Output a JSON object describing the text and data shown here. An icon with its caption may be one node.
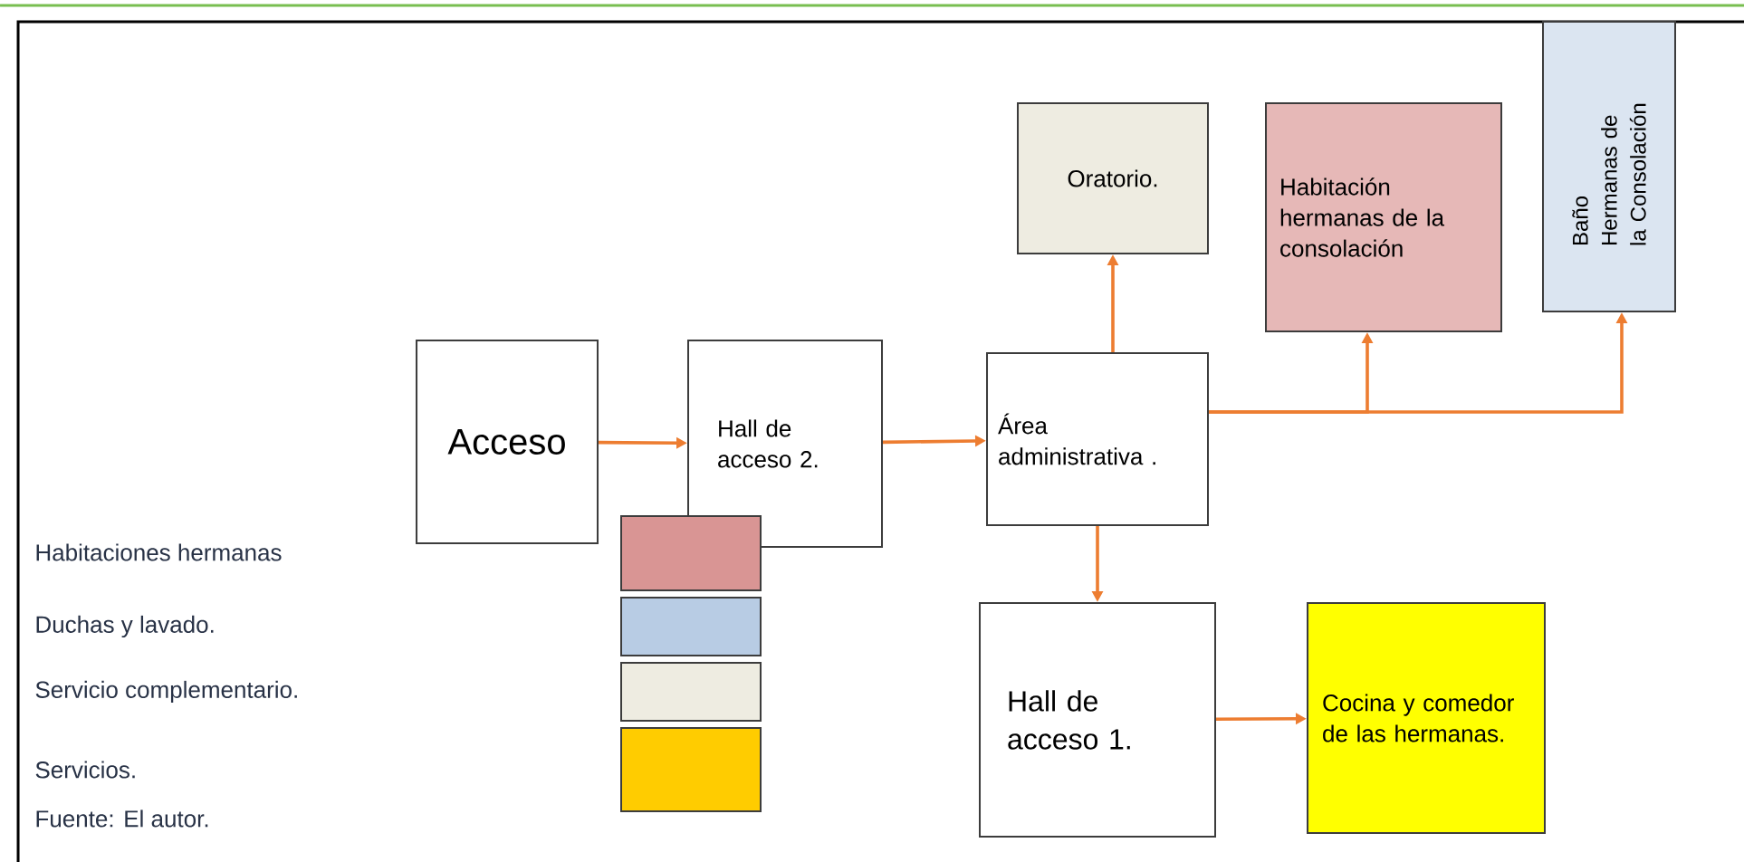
{
  "diagram": {
    "nodes": [
      {
        "text": [
          "Acceso"
        ]
      },
      {
        "text": [
          "Hall de acceso 2."
        ]
      },
      {
        "text": [
          "Área administrativa ."
        ]
      },
      {
        "text": [
          "Oratorio."
        ]
      },
      {
        "text": [
          "Habitación hermanas de la consolación"
        ]
      },
      {
        "text": [
          "Baño Hermanas de la Consolación"
        ]
      },
      {
        "text": [
          "Hall de acceso 1."
        ]
      },
      {
        "text": [
          "Cocina y comedor de las hermanas."
        ]
      }
    ],
    "edges": [
      {
        "from": 0,
        "to": 1,
        "arrow": "to"
      },
      {
        "from": 1,
        "to": 2,
        "arrow": "to"
      },
      {
        "from": 2,
        "to": 3,
        "arrow": "to"
      },
      {
        "from": 2,
        "to": 4,
        "arrow": "to"
      },
      {
        "from": 2,
        "to": 5,
        "arrow": "to"
      },
      {
        "from": 2,
        "to": 6,
        "arrow": "to"
      },
      {
        "from": 6,
        "to": 7,
        "arrow": "to"
      }
    ],
    "labels": [
      "Fuente: El autor."
    ],
    "legend": [
      {
        "text": "Habitaciones hermanas",
        "color": "#d99594"
      },
      {
        "text": "Duchas y lavado.",
        "color": "#b8cce4"
      },
      {
        "text": "Servicio complementario.",
        "color": "#eeece1"
      },
      {
        "text": "Servicios.",
        "color": "#ffcc00"
      }
    ]
  }
}
